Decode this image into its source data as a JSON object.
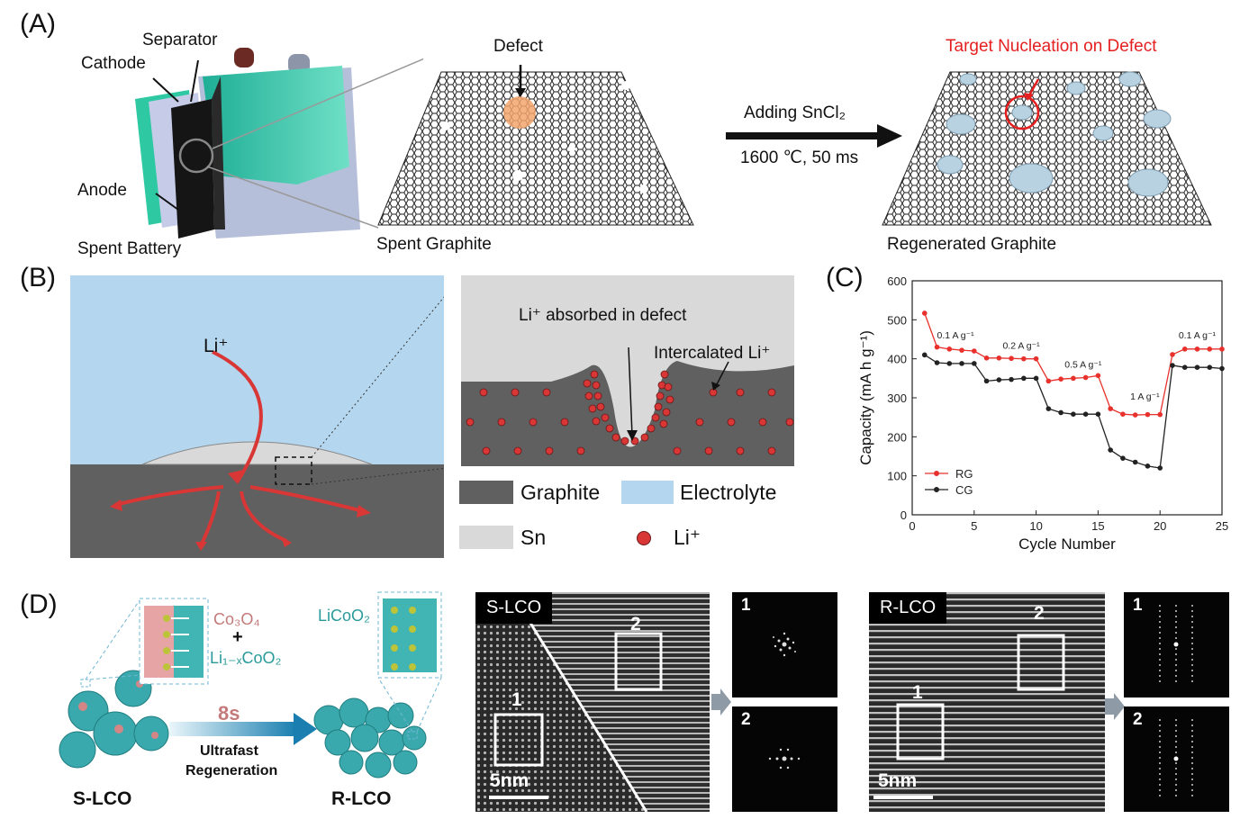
{
  "panel_a": {
    "letter": "(A)",
    "separator": "Separator",
    "cathode": "Cathode",
    "anode": "Anode",
    "spent_battery": "Spent Battery",
    "defect": "Defect",
    "spent_graphite": "Spent Graphite",
    "arrow_top": "Adding SnCl₂",
    "arrow_bottom": "1600 ℃, 50 ms",
    "target": "Target Nucleation on Defect",
    "regenerated_graphite": "Regenerated Graphite"
  },
  "panel_b": {
    "letter": "(B)",
    "li_plus": "Li⁺",
    "absorbed": "Li⁺ absorbed in defect",
    "intercalated": "Intercalated Li⁺",
    "legend": {
      "graphite": "Graphite",
      "electrolyte": "Electrolyte",
      "sn": "Sn",
      "li": "Li⁺"
    },
    "colors": {
      "graphite": "#606060",
      "electrolyte": "#b4d7ef",
      "sn": "#d9d9d9",
      "li": "#d92c2c"
    }
  },
  "panel_c": {
    "letter": "(C)"
  },
  "chart_data": {
    "type": "line",
    "xlabel": "Cycle Number",
    "ylabel": "Capacity (mA h g⁻¹)",
    "xlim": [
      0,
      25
    ],
    "ylim": [
      0,
      600
    ],
    "xticks": [
      0,
      5,
      10,
      15,
      20,
      25
    ],
    "yticks": [
      0,
      100,
      200,
      300,
      400,
      500,
      600
    ],
    "x": [
      1,
      2,
      3,
      4,
      5,
      6,
      7,
      8,
      9,
      10,
      11,
      12,
      13,
      14,
      15,
      16,
      17,
      18,
      19,
      20,
      21,
      22,
      23,
      24,
      25
    ],
    "series": [
      {
        "name": "RG",
        "color": "#e8302c",
        "values": [
          517,
          430,
          425,
          422,
          420,
          402,
          402,
          401,
          400,
          400,
          343,
          348,
          350,
          352,
          357,
          272,
          258,
          256,
          257,
          257,
          411,
          425,
          425,
          425,
          425
        ]
      },
      {
        "name": "CG",
        "color": "#222222",
        "values": [
          410,
          390,
          388,
          388,
          388,
          343,
          346,
          347,
          350,
          350,
          272,
          262,
          258,
          258,
          258,
          166,
          145,
          135,
          125,
          120,
          383,
          378,
          378,
          378,
          375
        ]
      }
    ],
    "annotations": [
      "0.1 A g⁻¹",
      "0.2 A g⁻¹",
      "0.5 A g⁻¹",
      "1 A g⁻¹",
      "0.1 A g⁻¹"
    ],
    "legend_position": "bottom-left",
    "grid": false
  },
  "panel_d": {
    "letter": "(D)",
    "co3o4": "Co₃O₄",
    "plus": "+",
    "li1x": "Li₁₋ₓCoO₂",
    "licoo2": "LiCoO₂",
    "time": "8s",
    "ultrafast": "Ultrafast",
    "regeneration": "Regeneration",
    "slco": "S-LCO",
    "rlco": "R-LCO",
    "tem_left_tag": "S-LCO",
    "tem_right_tag": "R-LCO",
    "box1": "1",
    "box2": "2",
    "scale_bar": "5nm",
    "fft1": "1",
    "fft2": "2"
  }
}
